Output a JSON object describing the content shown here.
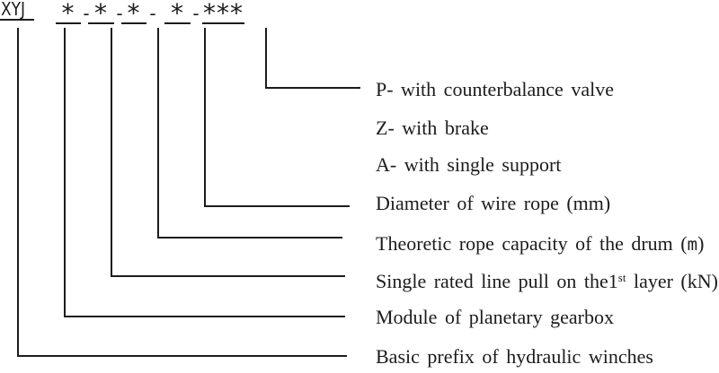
{
  "palette": {
    "ink": "#1c1c1c",
    "background": "#ffffff"
  },
  "model_code": {
    "prefix": "XYJ",
    "separator": "-",
    "segments": [
      "*",
      "*",
      "*",
      "*",
      "***"
    ]
  },
  "legend": {
    "rows": [
      {
        "text": "P- with counterbalance valve"
      },
      {
        "text": "Z- with brake"
      },
      {
        "text": "A- with single support"
      },
      {
        "text": "Diameter of wire rope (mm)"
      },
      {
        "prefix": "Theoretic rope capacity of the drum (",
        "unit": "m",
        "suffix": ")"
      },
      {
        "prefix": "Single rated line pull on the1",
        "superscript": "st",
        "suffix": " layer (kN)"
      },
      {
        "text": "Module of planetary gearbox"
      },
      {
        "text": "Basic prefix of hydraulic winches"
      }
    ]
  }
}
